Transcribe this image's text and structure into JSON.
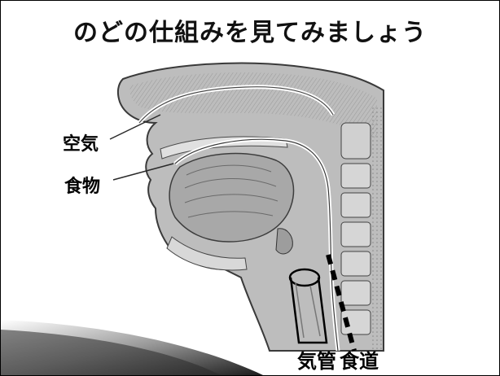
{
  "slide": {
    "title": "のどの仕組みを見てみましょう"
  },
  "labels": {
    "air": "空気",
    "food": "食物",
    "trachea": "気管",
    "esophagus": "食道"
  },
  "colors": {
    "tissue": "#b9b9b9",
    "tissue_dark": "#6f6f6f",
    "bone": "#d4d4d4",
    "passage": "#ffffff",
    "corner_dark": "#2a2a2a"
  }
}
